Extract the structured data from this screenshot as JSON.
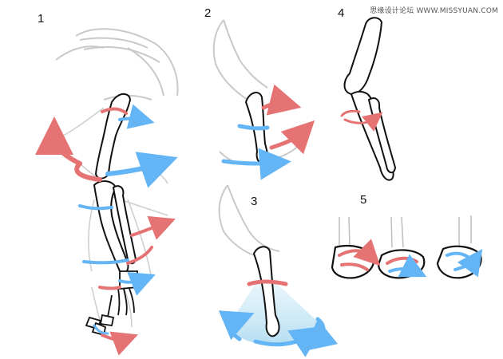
{
  "labels": {
    "p1": "1",
    "p2": "2",
    "p3": "3",
    "p4": "4",
    "p5": "5"
  },
  "watermark": "思缘设计论坛 WWW.MISSYUAN.COM",
  "colors": {
    "red": "#e57373",
    "blue": "#64b5f6",
    "bone": "#111111",
    "ghost": "#bdbdbd",
    "cone": "#bfe3f5"
  }
}
